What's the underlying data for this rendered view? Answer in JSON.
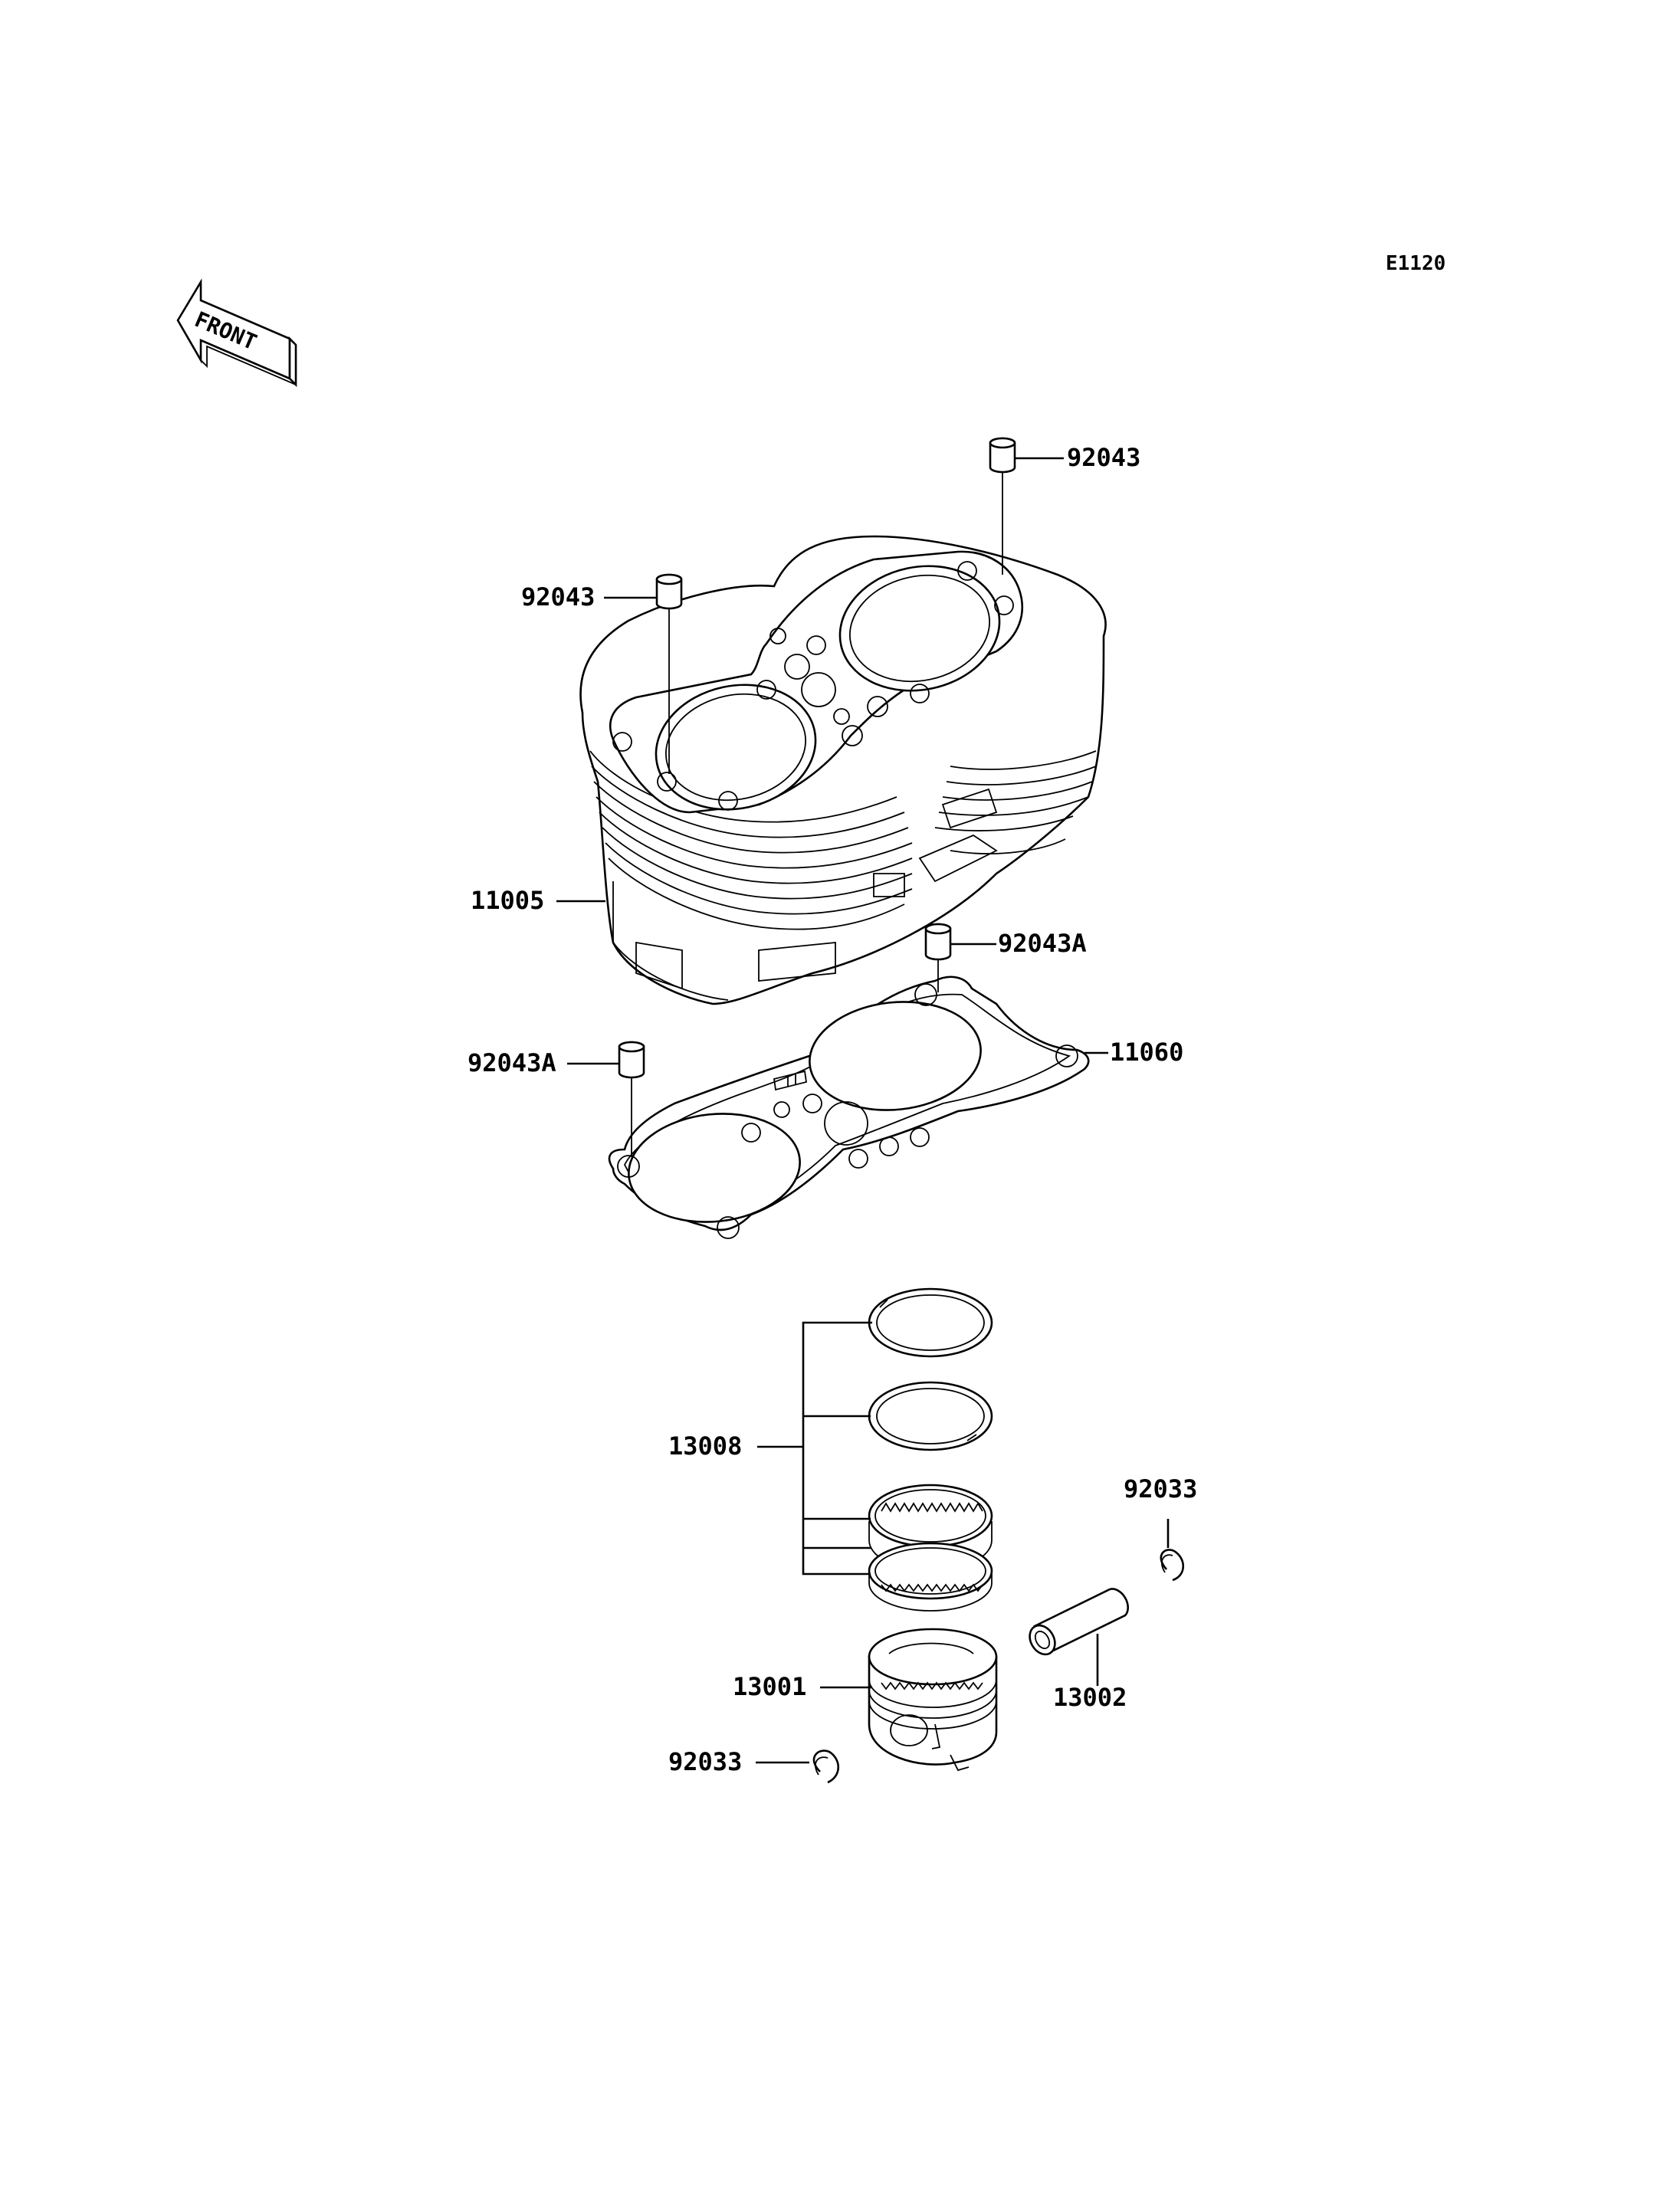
{
  "diagram_code": "E1120",
  "front_label": "FRONT",
  "parts": {
    "dowel_top_right": "92043",
    "dowel_top_left": "92043",
    "cylinder": "11005",
    "dowel_gasket_right": "92043A",
    "gasket": "11060",
    "dowel_gasket_left": "92043A",
    "piston_ring_set": "13008",
    "circlip_right": "92033",
    "piston_pin": "13002",
    "piston": "13001",
    "circlip_left": "92033"
  }
}
